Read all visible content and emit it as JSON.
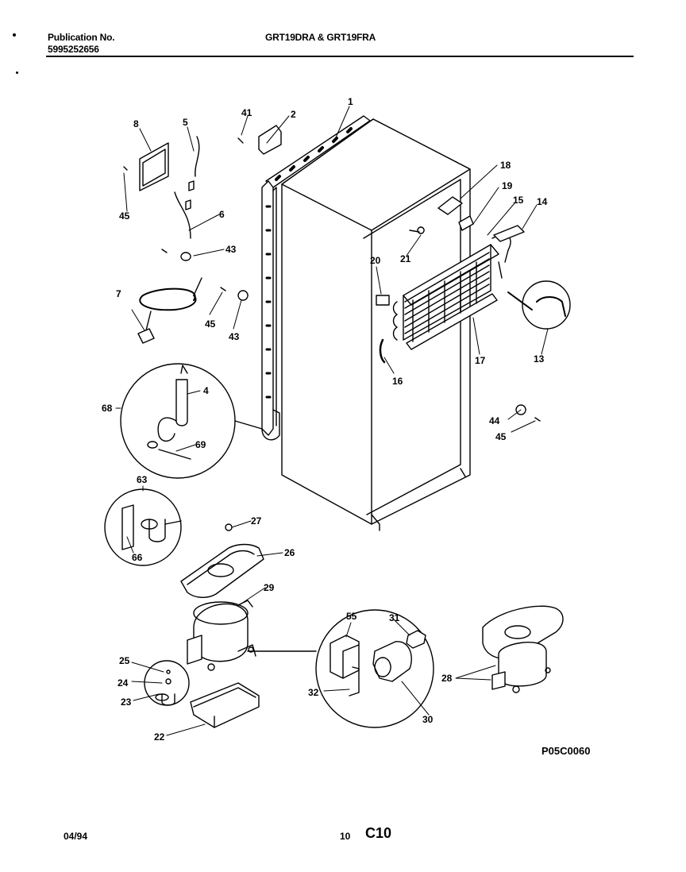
{
  "header": {
    "publication_label": "Publication No.",
    "publication_number": "5995252656",
    "model_title": "GRT19DRA & GRT19FRA"
  },
  "diagram": {
    "drawing_code": "P05C0060",
    "callouts": [
      "1",
      "2",
      "41",
      "8",
      "5",
      "45",
      "6",
      "43",
      "7",
      "45",
      "43",
      "18",
      "19",
      "15",
      "14",
      "20",
      "21",
      "16",
      "17",
      "13",
      "68",
      "4",
      "69",
      "44",
      "45",
      "63",
      "66",
      "27",
      "26",
      "29",
      "25",
      "24",
      "23",
      "22",
      "55",
      "31",
      "32",
      "30",
      "28"
    ]
  },
  "footer": {
    "date": "04/94",
    "page_number": "10",
    "page_code": "C10"
  }
}
